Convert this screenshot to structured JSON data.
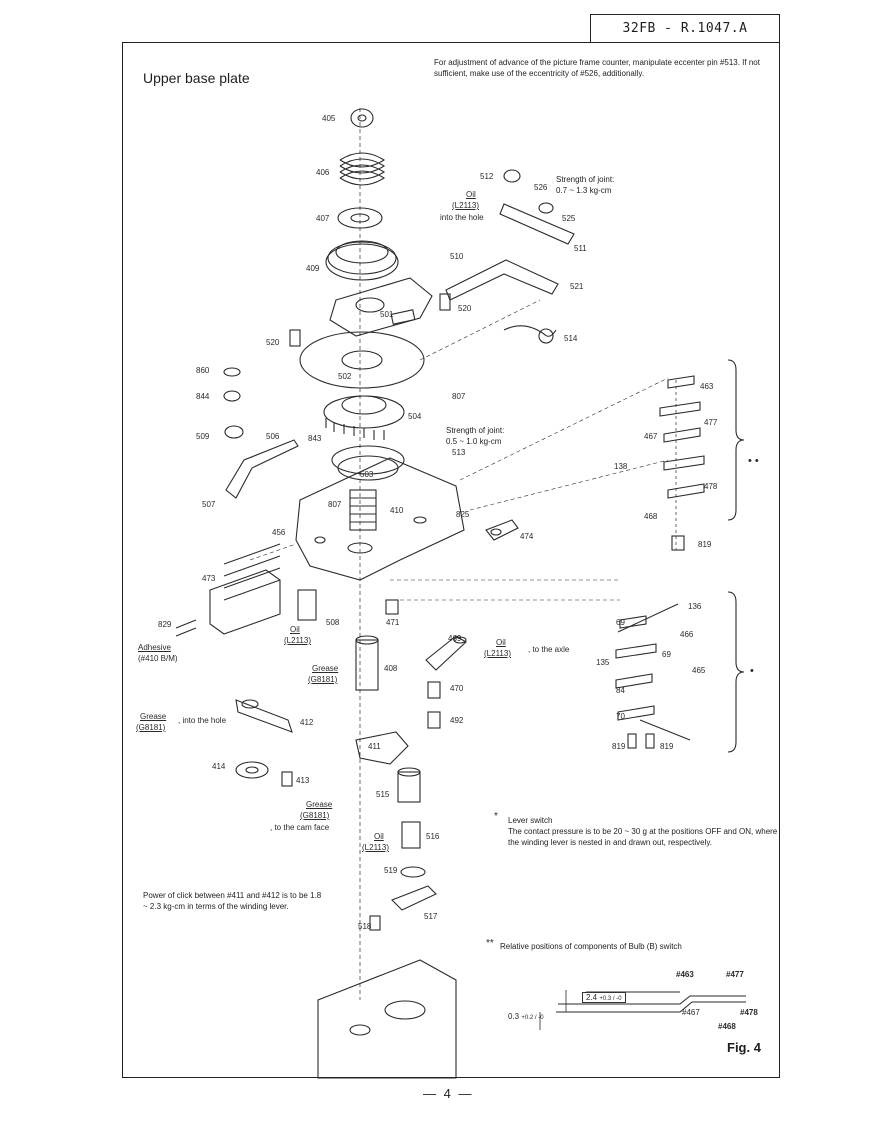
{
  "doc_ref": "32FB - R.1047.A",
  "page_title": "Upper base plate",
  "notes": {
    "top": "For adjustment of advance of the picture frame counter, manipulate eccenter pin #513. If not sufficient, make use of the eccentricity of #526, additionally.",
    "strength1": "Strength of joint:\n0.7 ~ 1.3 kg-cm",
    "strength2": "Strength of joint:\n0.5 ~ 1.0 kg-cm",
    "lever_switch_title": "Lever switch",
    "lever_switch_body": "The contact pressure is to be 20 ~ 30 g at the positions OFF and ON, where the winding lever is nested in and drawn out, respectively.",
    "click_power": "Power of click between #411 and #412 is to be 1.8 ~ 2.3 kg-cm in terms of the winding lever.",
    "bulb_switch": "Relative positions of components of Bulb (B) switch"
  },
  "lubricants": {
    "oil_top": "Oil",
    "oil_top_code": "(L2113)",
    "oil_top_note": "into the hole",
    "oil_508": "Oil",
    "oil_508_code": "(L2113)",
    "adhesive": "Adhesive",
    "adhesive_code": "(#410 B/M)",
    "grease_408": "Grease",
    "grease_408_code": "(G8181)",
    "oil_axle": "Oil",
    "oil_axle_code": "(L2113)",
    "oil_axle_note": ", to the axle",
    "grease_hole": "Grease",
    "grease_hole_code": "(G8181)",
    "grease_hole_note": ", into the hole",
    "grease_cam": "Grease",
    "grease_cam_code": "(G8181)",
    "grease_cam_note": ", to the cam face",
    "oil_516": "Oil",
    "oil_516_code": "(L2113)"
  },
  "parts": {
    "p405": "405",
    "p406": "406",
    "p407": "407",
    "p409": "409",
    "p501": "501",
    "p512": "512",
    "p526": "526",
    "p525": "525",
    "p511": "511",
    "p510": "510",
    "p521": "521",
    "p520a": "520",
    "p520b": "520",
    "p514": "514",
    "p502": "502",
    "p860": "860",
    "p844": "844",
    "p509": "509",
    "p506": "506",
    "p843": "843",
    "p807a": "807",
    "p807b": "807",
    "p504": "504",
    "p513": "513",
    "p503": "503",
    "p507": "507",
    "p410": "410",
    "p825": "825",
    "p456": "456",
    "p474": "474",
    "p473": "473",
    "p829": "829",
    "p508": "508",
    "p471": "471",
    "p469": "469",
    "p408": "408",
    "p470": "470",
    "p492": "492",
    "p412": "412",
    "p411": "411",
    "p414": "414",
    "p413": "413",
    "p515": "515",
    "p516": "516",
    "p519": "519",
    "p517": "517",
    "p518": "518",
    "p463": "463",
    "p477": "477",
    "p467": "467",
    "p138": "138",
    "p478": "478",
    "p468": "468",
    "p819a": "819",
    "p136": "136",
    "p69a": "69",
    "p466": "466",
    "p135": "135",
    "p69b": "69",
    "p465": "465",
    "p84": "84",
    "p70": "70",
    "p819b": "819",
    "p819c": "819"
  },
  "markers": {
    "double_star": "• •",
    "single_star": "•",
    "star_note": "*",
    "dstar_note": "**"
  },
  "detail": {
    "dim1": "2.4",
    "dim1_tol": "+0.3 / -0",
    "dim2": "0.3",
    "dim2_tol": "+0.2 / -0",
    "l463": "#463",
    "l477": "#477",
    "l467": "#467",
    "l478": "#478",
    "l468": "#468"
  },
  "figure_label": "Fig. 4",
  "page_number": "— 4 —"
}
